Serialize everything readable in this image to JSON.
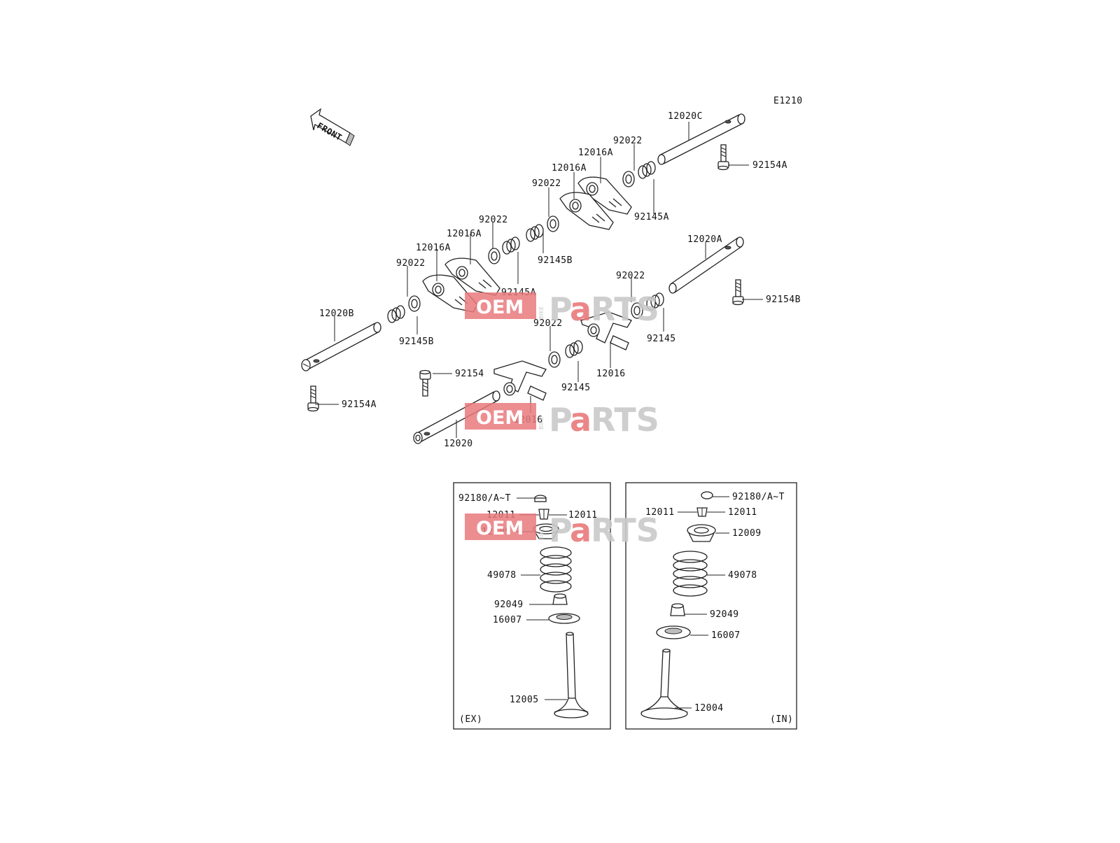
{
  "diagram": {
    "code": "E1210",
    "front_label": "FRONT",
    "callouts": [
      "12020C",
      "92154A",
      "92022",
      "12016A",
      "12016A",
      "92145A",
      "92022",
      "92145B",
      "12016A",
      "92022",
      "12016A",
      "92145A",
      "92022",
      "12020A",
      "92154B",
      "92145B",
      "12020B",
      "92022",
      "92145",
      "12016",
      "92022",
      "92145",
      "92154",
      "92154A",
      "12016",
      "12020"
    ],
    "exhaust_panel": {
      "tag": "(EX)",
      "callouts": [
        "92180/A~T",
        "12011",
        "12011",
        "12009",
        "49078",
        "92049",
        "16007",
        "12005"
      ]
    },
    "intake_panel": {
      "tag": "(IN)",
      "callouts": [
        "92180/A~T",
        "12011",
        "12011",
        "12009",
        "49078",
        "92049",
        "16007",
        "12004"
      ]
    }
  },
  "watermark": {
    "part1": "OEM",
    "part2": "BIKE",
    "part3a": "P",
    "part3b": "a",
    "part3c": "RTS"
  }
}
